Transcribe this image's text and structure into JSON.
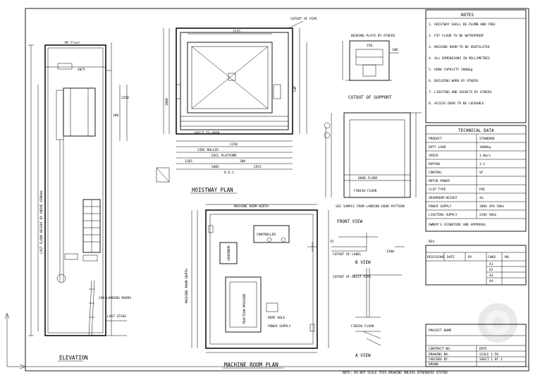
{
  "elevation": {
    "title": "ELEVATION",
    "label_top": "MC Floor",
    "label_mid": "CAR LANDING DOORS",
    "dims": [
      "4075",
      "380",
      "2250",
      "LAST STAGE"
    ],
    "vertical_note": "LAST FLOOR HEIGHT BY ABOVE 4500mm"
  },
  "hoistway": {
    "title": "HOISTWAY PLAN",
    "dims": [
      "1575",
      "2150",
      "1165",
      "300",
      "5085",
      "2915",
      "1800"
    ],
    "labels": [
      "CUTOUT OF PIPE",
      "HOIST TO OPEN",
      "SIDE ROLLER",
      "EOCL PLATFORM",
      "D.O.C.",
      "CWT"
    ]
  },
  "support": {
    "title": "CUTOUT OF SUPPORT",
    "label": "BEARING PLATE BY OTHERS",
    "dims": [
      "250",
      "100"
    ]
  },
  "front_view": {
    "title": "FRONT VIEW",
    "labels": [
      "DOOR FLOOR",
      "FINISH FLOOR"
    ],
    "note": "SEE SAMPLE FROM LANDING DOOR PATTERN"
  },
  "machine_room": {
    "title": "MACHINE ROOM PLAN",
    "width_label": "MACHINE ROOM WIDTH",
    "depth_label": "MACHINE ROOM DEPTH",
    "controller": "CONTROLLER",
    "governor": "GOVERNOR",
    "machine": "TRACTION MACHINE",
    "labels": [
      "ROPE HOLE",
      "POWER SUPPLY"
    ]
  },
  "details": {
    "b_view": "B VIEW",
    "a_view": "A VIEW",
    "labels": [
      "CUTOUT OF LABEL",
      "CUTOUT OF HOIST PIPE",
      "FINISH FLOOR"
    ],
    "dims": [
      "1200",
      "25"
    ]
  },
  "notes": {
    "title": "NOTES",
    "lines": [
      "1. HOISTWAY SHALL BE PLUMB AND FREE",
      "2. PIT FLOOR TO BE WATERPROOF",
      "3. MACHINE ROOM TO BE VENTILATED",
      "4. ALL DIMENSIONS IN MILLIMETRES",
      "5. HOOK CAPACITY 2000kg",
      "6. BUILDING WORK BY OTHERS",
      "7. LIGHTING AND SOCKETS BY OTHERS",
      "8. ACCESS DOOR TO BE LOCKABLE"
    ]
  },
  "technical_data": {
    "title": "TECHNICAL DATA",
    "rows": [
      {
        "k": "PRODUCT",
        "v": "STANDARD"
      },
      {
        "k": "DUTY LOAD",
        "v": "1000kg"
      },
      {
        "k": "SPEED",
        "v": "1.0m/s"
      },
      {
        "k": "ROPING",
        "v": "1:1"
      },
      {
        "k": "CONTROL",
        "v": "VF"
      },
      {
        "k": "MOTOR POWER",
        "v": ""
      },
      {
        "k": "CLIP TYPE",
        "v": "PHI"
      },
      {
        "k": "HEADROOM HEIGHT",
        "v": "4m"
      },
      {
        "k": "POWER SUPPLY",
        "v": "380V 3PH 50Hz"
      },
      {
        "k": "LIGHTING SUPPLY",
        "v": "220V 50Hz"
      }
    ],
    "footer": "OWNER'S SIGNATURE AND APPROVAL"
  },
  "revisions": {
    "title": "REV.",
    "headers": [
      "REVISIONS",
      "DATE",
      "BY",
      "CHKD",
      "NO."
    ],
    "rows": [
      [
        "A1",
        ""
      ],
      [
        "A2",
        ""
      ],
      [
        "A3",
        ""
      ],
      [
        "A4",
        ""
      ]
    ]
  },
  "title_block": {
    "project_name": "PROJECT NAME",
    "contract_no": "CONTRACT NO.",
    "drawing_no": "DRAWING NO.",
    "checked_by": "CHECKED BY",
    "drawn_by": "DRAWN",
    "date": "DATE",
    "scale": "SCALE 1:50",
    "sheet": "SHEET 1 OF 1"
  },
  "footer_note": "NOTE: DO NOT SCALE THIS DRAWING UNLESS OTHERWISE STATED",
  "colors": {
    "line": "#000000",
    "background": "#ffffff",
    "watermark": "#d4d4d4"
  }
}
